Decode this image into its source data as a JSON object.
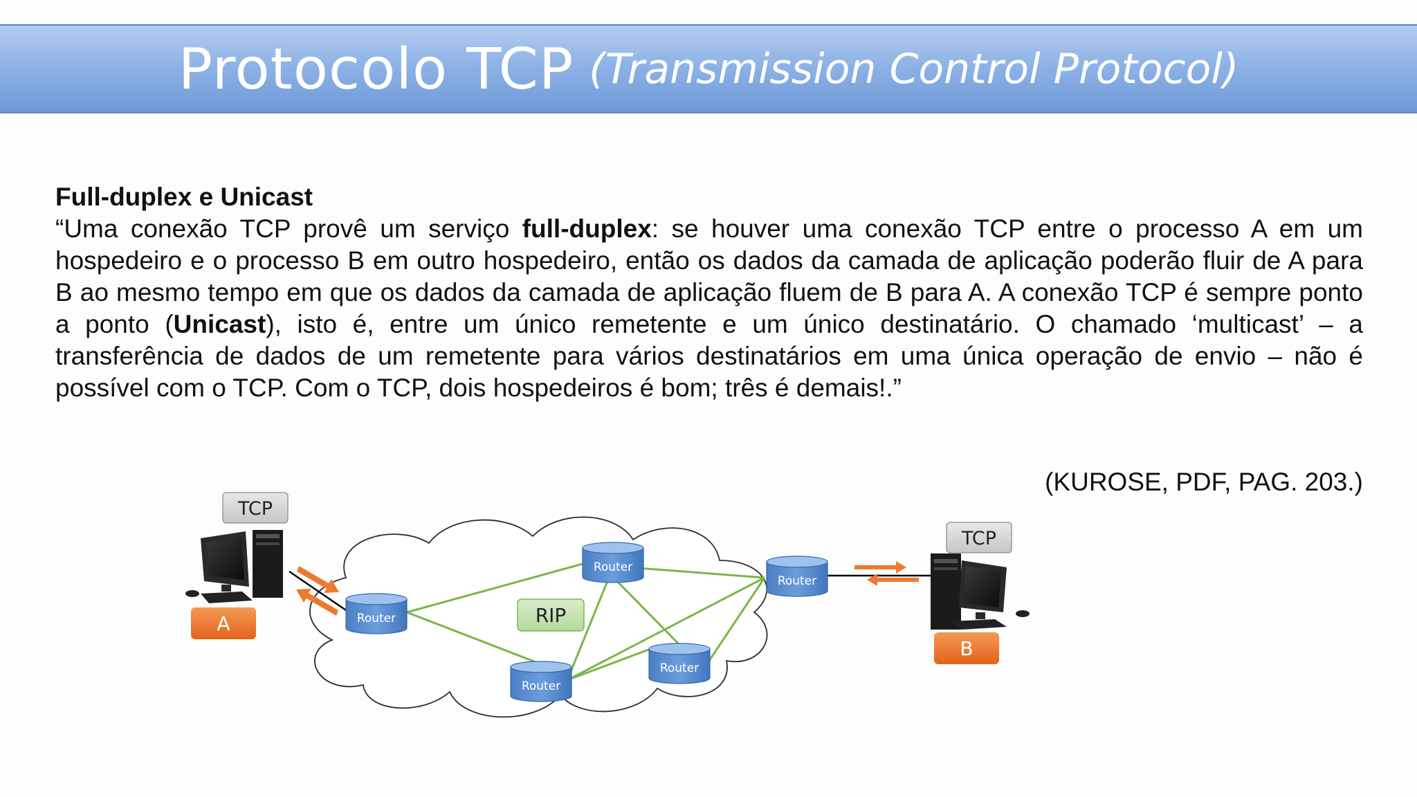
{
  "slide": {
    "title_main": "Protocolo TCP",
    "title_sub": "(Transmission Control Protocol)",
    "heading": "Full-duplex e Unicast",
    "para_1": "“Uma conexão TCP provê um serviço ",
    "bold_1": "full-duplex",
    "para_2": ": se houver uma conexão TCP entre o processo A em um hospedeiro e o processo B em outro hospedeiro, então os dados da camada de aplicação poderão fluir de A para B ao mesmo tempo em que os dados da camada de aplicação fluem de B para A. A conexão TCP é sempre ponto a ponto (",
    "bold_2": "Unicast",
    "para_3": "), isto é, entre um único remetente e um único destinatário. O chamado ‘multicast’ – a transferência de dados de um remetente para vários destinatários em uma única operação de envio – não é possível com o TCP. Com o TCP, dois hospedeiros é bom; três é demais!.”",
    "citation": "(KUROSE, PDF, PAG. 203.)"
  },
  "diagram": {
    "host_a_tag": "TCP",
    "host_a_label": "A",
    "host_b_tag": "TCP",
    "host_b_label": "B",
    "protocol_label": "RIP",
    "router_label": "Router",
    "colors": {
      "router_fill": "#5b8fd0",
      "router_top": "#9ec2ee",
      "link": "#7ab648",
      "arrow": "#ee7a30",
      "host_label_bg": "#ee7a30",
      "tcp_tag_bg": "#d9d9d9",
      "rip_bg": "#c8e3b4"
    }
  }
}
